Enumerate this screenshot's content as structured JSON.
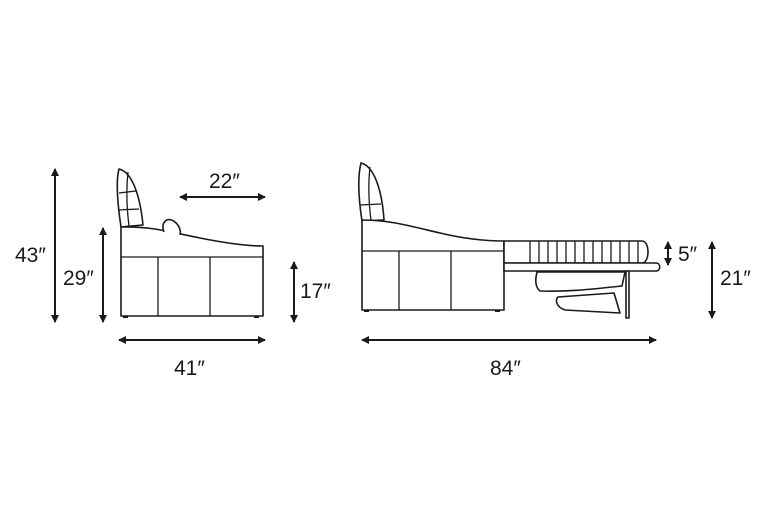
{
  "dimensions": {
    "overall_height": "43″",
    "arm_height": "29″",
    "seat_height": "17″",
    "seat_depth": "22″",
    "closed_depth": "41″",
    "open_depth": "84″",
    "mattress_thickness": "5″",
    "bed_height": "21″"
  },
  "colors": {
    "line": "#1a1a1a",
    "background": "#ffffff"
  }
}
